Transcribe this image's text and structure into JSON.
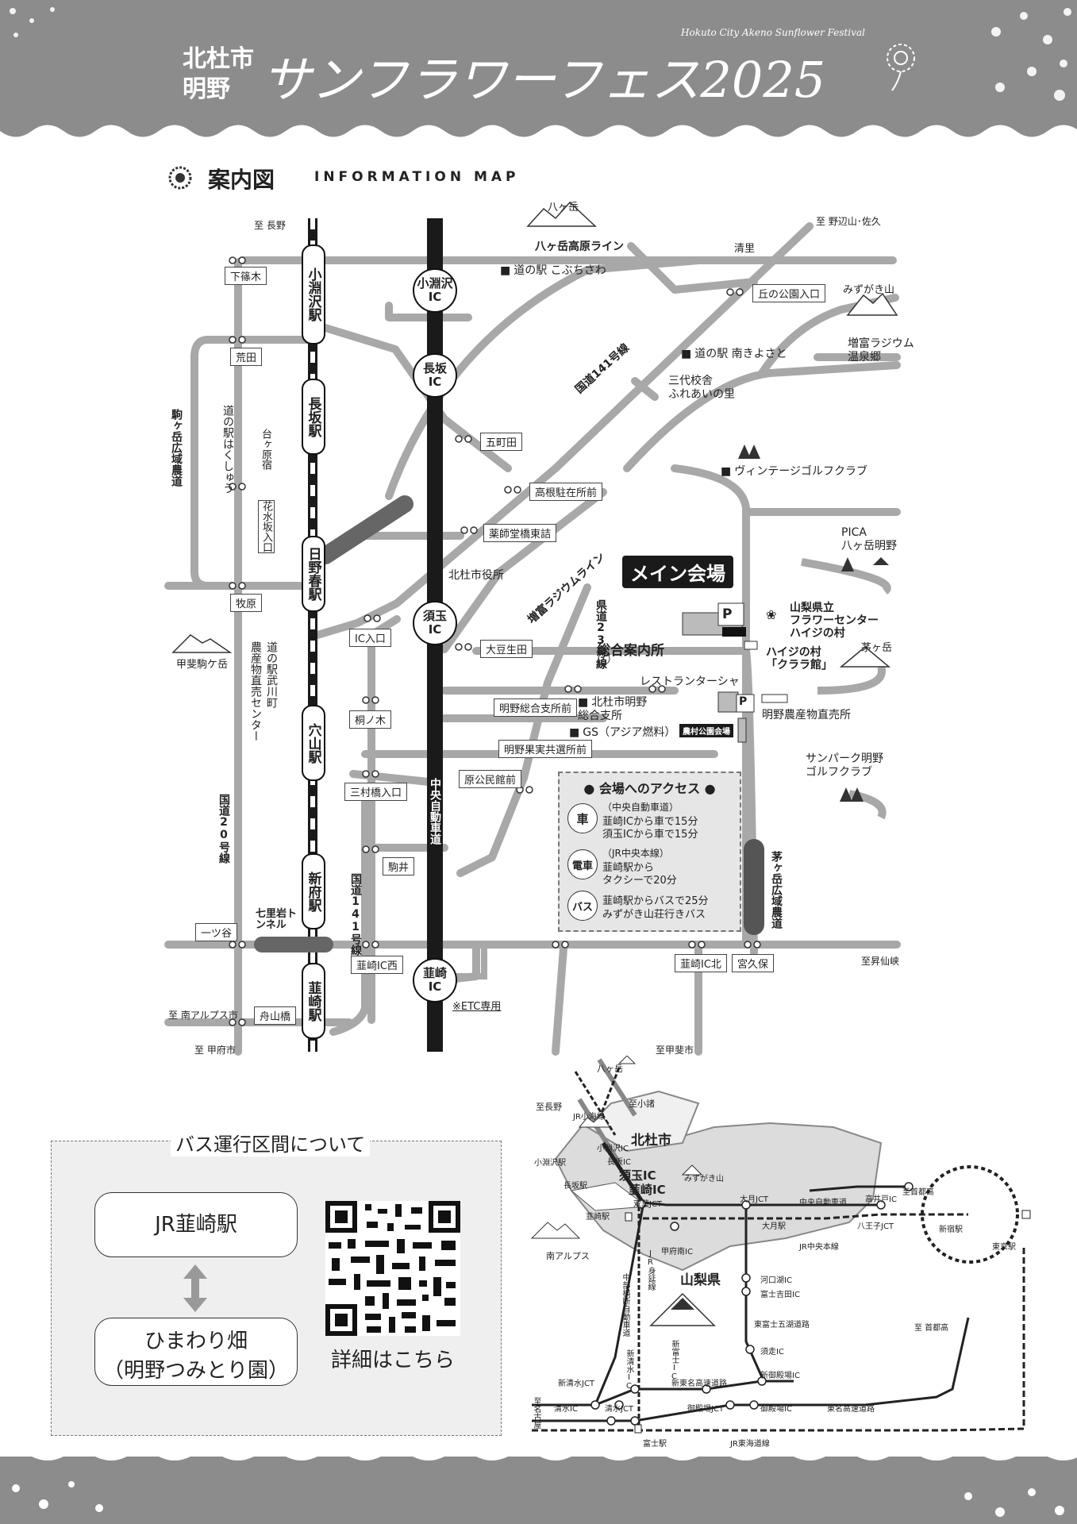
{
  "header": {
    "city_line1": "北杜市",
    "city_line2": "明野",
    "title": "サンフラワーフェス2025",
    "subtitle_en": "Hokuto City Akeno Sunflower Festival"
  },
  "section_title": {
    "jp": "案内図",
    "en": "INFORMATION MAP"
  },
  "map": {
    "destinations": {
      "nagano": "至 長野",
      "nobeyama": "至 野辺山･佐久",
      "minami_alps": "至 南アルプス市",
      "kofu": "至 甲府市",
      "kai": "至甲斐市",
      "shosenkyo": "至昇仙峡"
    },
    "mountains": {
      "yatsugatake": "八ヶ岳",
      "mizugaki": "みずがき山",
      "kaikoma": "甲斐駒ケ岳",
      "kayagatake": "茅ヶ岳"
    },
    "roads": {
      "yatsugatake_kogen": "八ヶ岳高原ライン",
      "route141": "国道141号線",
      "masutomi_radium": "増富ラジウムライン",
      "route20": "国道20号線",
      "route141_v": "国道141号線",
      "komagatake_farm": "駒ヶ岳広域農道",
      "kayagatake_farm": "茅ヶ岳広域農道",
      "chuo_expressway": "中央自動車道",
      "pref23": "県道23号線",
      "shichiriiwa_tunnel": "七里岩トンネル"
    },
    "place_nagasaka": "長坂",
    "stations": [
      "小淵沢駅",
      "長坂駅",
      "日野春駅",
      "穴山駅",
      "新府駅",
      "韮崎駅"
    ],
    "interchanges": [
      {
        "name": "小淵沢",
        "sub": "IC"
      },
      {
        "name": "長坂",
        "sub": "IC"
      },
      {
        "name": "須玉",
        "sub": "IC"
      },
      {
        "name": "韮崎",
        "sub": "IC"
      }
    ],
    "etc_note": "※ETC専用",
    "signals": {
      "shimosasaki": "下篠木",
      "araita": "荒田",
      "makihara": "牧原",
      "hitotsuya": "一ツ谷",
      "funayamabashi": "舟山橋",
      "kiyosato": "清里",
      "okanokoen": "丘の公園入口",
      "gochoda": "五町田",
      "takane": "高根駐在所前",
      "yakushido": "薬師堂橋東詰",
      "ic_entrance": "IC入口",
      "omameuda": "大豆生田",
      "kirinoki": "桐ノ木",
      "mimurabashi": "三村橋入口",
      "komai": "駒井",
      "nirasaki_ic_west": "韮崎IC西",
      "akeno_sogo": "明野総合支所前",
      "akeno_kajitsu": "明野果実共選所前",
      "harakominkan": "原公民館前",
      "nirasaki_ic_north": "韮崎IC北",
      "miyakubo": "宮久保",
      "hanamizuzaka": "花水坂入口",
      "daigahara": "台ヶ原宿"
    },
    "pois": {
      "kobuchisawa_station": "道の駅 こぶちさわ",
      "minami_kiyosato": "道の駅 南きよさと",
      "fureai": "三代校舎\nふれあいの里",
      "masutomi_onsen": "増富ラジウム\n温泉郷",
      "vintage_golf": "ヴィンテージゴルフクラブ",
      "pica": "PICA\n八ヶ岳明野",
      "city_hall": "北杜市役所",
      "michinoeki_hakushu": "道の駅はくしゅう",
      "michinoeki_mukawa": "道の駅武川町\n農産物直売センター",
      "hokuto_akeno": "北杜市明野\n総合支所",
      "gs": "GS（アジア燃料）",
      "restaurant": "レストランターシャ",
      "flower_center": "山梨県立\nフラワーセンター\nハイジの村",
      "heidi_clara": "ハイジの村\n「クララ館」",
      "akeno_market": "明野農産物直売所",
      "sunpark_golf": "サンパーク明野\nゴルフクラブ",
      "info_center": "総合案内所",
      "main_venue": "メイン会場",
      "parking": "P",
      "nomura_park": "農村公園会場"
    },
    "access": {
      "title": "会場へのアクセス",
      "car_icon": "車",
      "car_line1": "（中央自動車道）",
      "car_line2": "韮崎ICから車で15分",
      "car_line3": "須玉ICから車で15分",
      "train_icon": "電車",
      "train_line1": "（JR中央本線）",
      "train_line2": "韮崎駅から",
      "train_line3": "タクシーで20分",
      "bus_icon": "バス",
      "bus_line1": "韮崎駅からバスで25分",
      "bus_line2": "みずがき山荘行きバス"
    }
  },
  "bus_section": {
    "title": "バス運行区間について",
    "from": "JR韮崎駅",
    "to_line1": "ひまわり畑",
    "to_line2": "（明野つみとり園）",
    "qr_caption": "詳細はこちら"
  },
  "regional_map": {
    "yatsugatake": "八ヶ岳",
    "to_nagano": "至長野",
    "to_komoro": "至小諸",
    "jr_koumi": "JR小海線",
    "hokuto": "北杜市",
    "kobuchisawa_station": "小淵沢駅",
    "kobuchisawa_ic": "小淵沢IC",
    "nagasaka_ic": "長坂IC",
    "nagasaka_station": "長坂駅",
    "sudama_ic": "須玉IC",
    "nirasaki_ic": "韮崎IC",
    "mizugaki": "みずがき山",
    "nirasaki_station": "韮崎駅",
    "futaba_jct": "双葉JCT",
    "kofu_minami_ic": "甲府南IC",
    "minami_alps": "南アルプス",
    "yamanashi": "山梨県",
    "otsuki_jct": "大月JCT",
    "otsuki_station": "大月駅",
    "chuo_expressway": "中央自動車道",
    "jr_chuo": "JR中央本線",
    "hachioji_jct": "八王子JCT",
    "takaido_ic": "高井戸IC",
    "to_shuto": "至首都高",
    "shinjuku_station": "新宿駅",
    "tokyo_station": "東京駅",
    "kawaguchiko_ic": "河口湖IC",
    "fujiyoshida_ic": "富士吉田IC",
    "higashi_fuji": "東富士五湖道路",
    "subashiri_ic": "須走IC",
    "to_shuto2": "至 首都高",
    "chubu_odan": "中部横断自動車道",
    "jr_minobu": "JR身延線",
    "shin_shimizu_jct": "新清水JCT",
    "shin_shimizu_ic": "新清水IC",
    "shin_fuji_ic": "新富士IC",
    "shin_tomei": "新東名高速道路",
    "shin_gotemba_ic": "新御殿場IC",
    "shimizu_ic": "清水IC",
    "shimizu_jct": "清水JCT",
    "gotemba_jct": "御殿場JCT",
    "gotemba_ic": "御殿場IC",
    "tomei": "東名高速道路",
    "to_nagoya": "至名古屋",
    "fuji_station": "富士駅",
    "jr_tokaido": "JR東海道線"
  },
  "colors": {
    "header_gray": "#8c8c8c",
    "road_gray": "#a8a8a8",
    "dark": "#1a1a1a",
    "panel_gray": "#e6e6e6"
  }
}
